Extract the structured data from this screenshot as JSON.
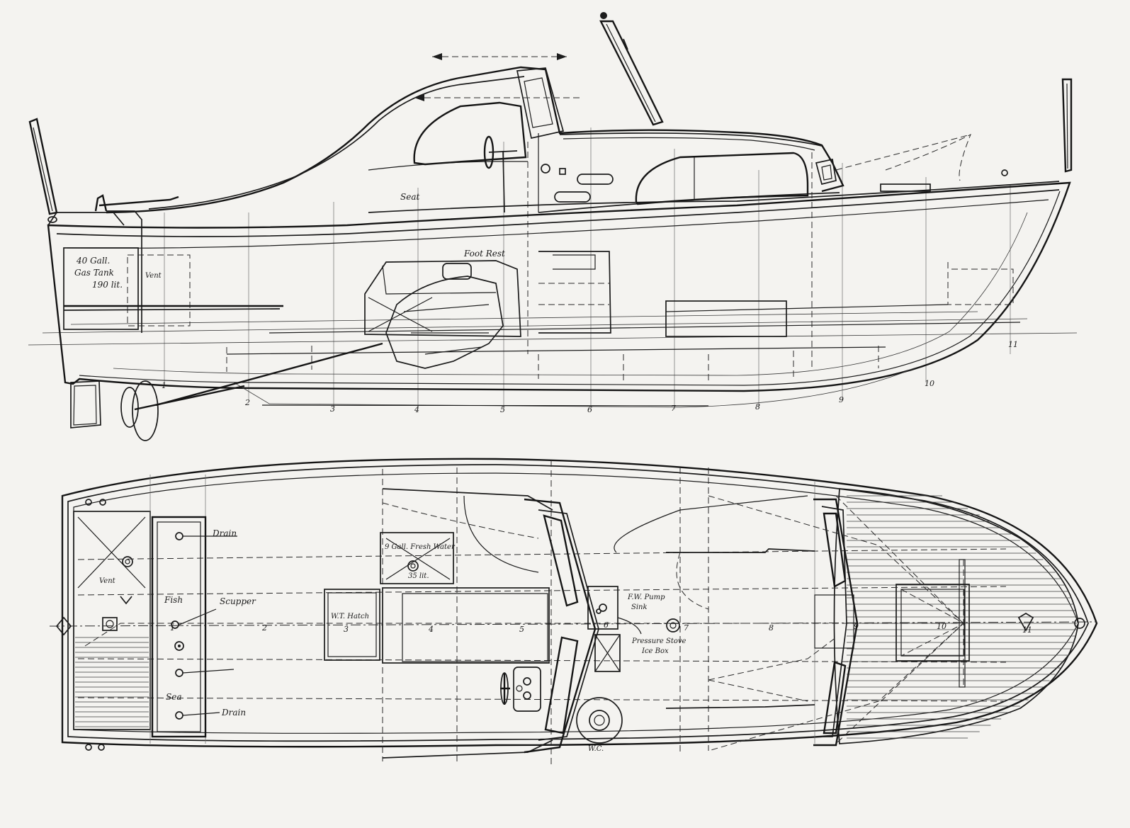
{
  "profile_labels": {
    "seat": "Seat",
    "foot_rest": "Foot Rest",
    "gas_tank_qty": "40 Gall.",
    "gas_tank_name": "Gas Tank",
    "gas_tank_vol": "190 lit.",
    "gas_tank_side": "Vent"
  },
  "plan_labels": {
    "drain_top": "Drain",
    "vent": "Vent",
    "fish": "Fish",
    "scupper": "Scupper",
    "sea": "Sea",
    "drain_bottom": "Drain",
    "wt_hatch": "W.T. Hatch",
    "fresh_water": "9 Gall. Fresh Water",
    "fresh_water_vol": "35 lit.",
    "fw_pump": "F.W. Pump",
    "sink": "Sink",
    "pressure_stove": "Pressure Stove",
    "ice_box": "Ice Box",
    "wc": "W.C."
  },
  "profile_stations": [
    "1",
    "2",
    "3",
    "4",
    "5",
    "6",
    "7",
    "8",
    "9",
    "10",
    "11"
  ],
  "plan_stations": [
    "1",
    "2",
    "3",
    "4",
    "5",
    "6",
    "7",
    "8",
    "9",
    "10",
    "11"
  ]
}
